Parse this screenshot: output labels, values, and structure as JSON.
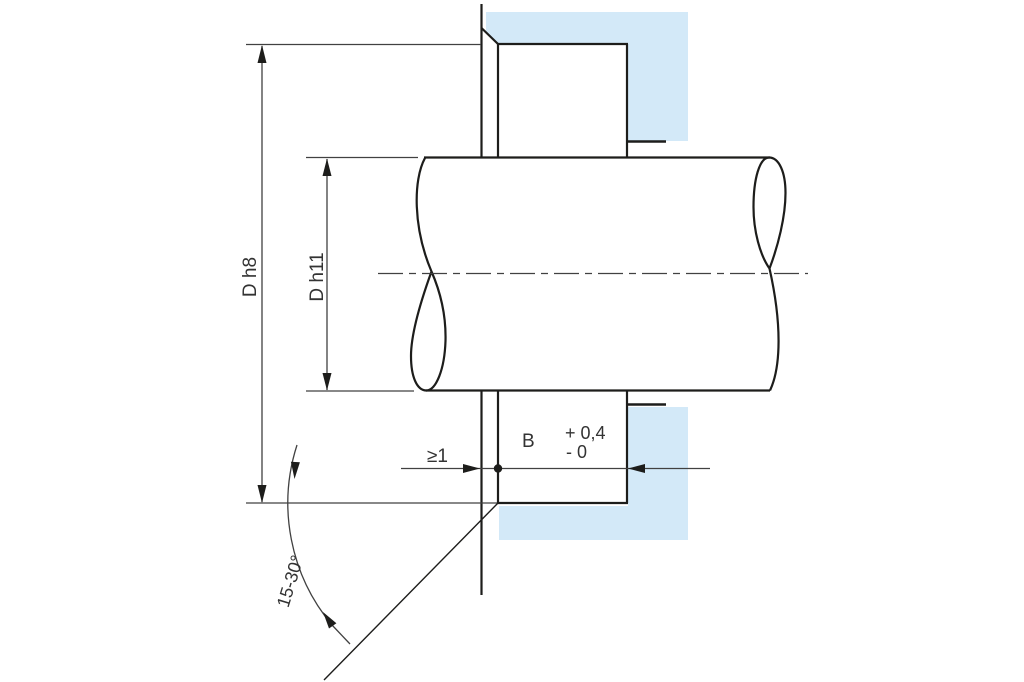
{
  "drawing": {
    "kind": "technical-section-felt-ring-seal",
    "labels": {
      "housing_bore_dia": "D h8",
      "shaft_dia": "D h11",
      "min_gap": "≥1",
      "groove_width": "B",
      "groove_width_tol_plus": "+ 0,4",
      "groove_width_tol_minus": "- 0",
      "chamfer_angle": "15-30°"
    },
    "colors": {
      "housing_fill": "#d3e9f8",
      "object_line": "#1d1d1b",
      "dimension_line": "#414141"
    }
  }
}
